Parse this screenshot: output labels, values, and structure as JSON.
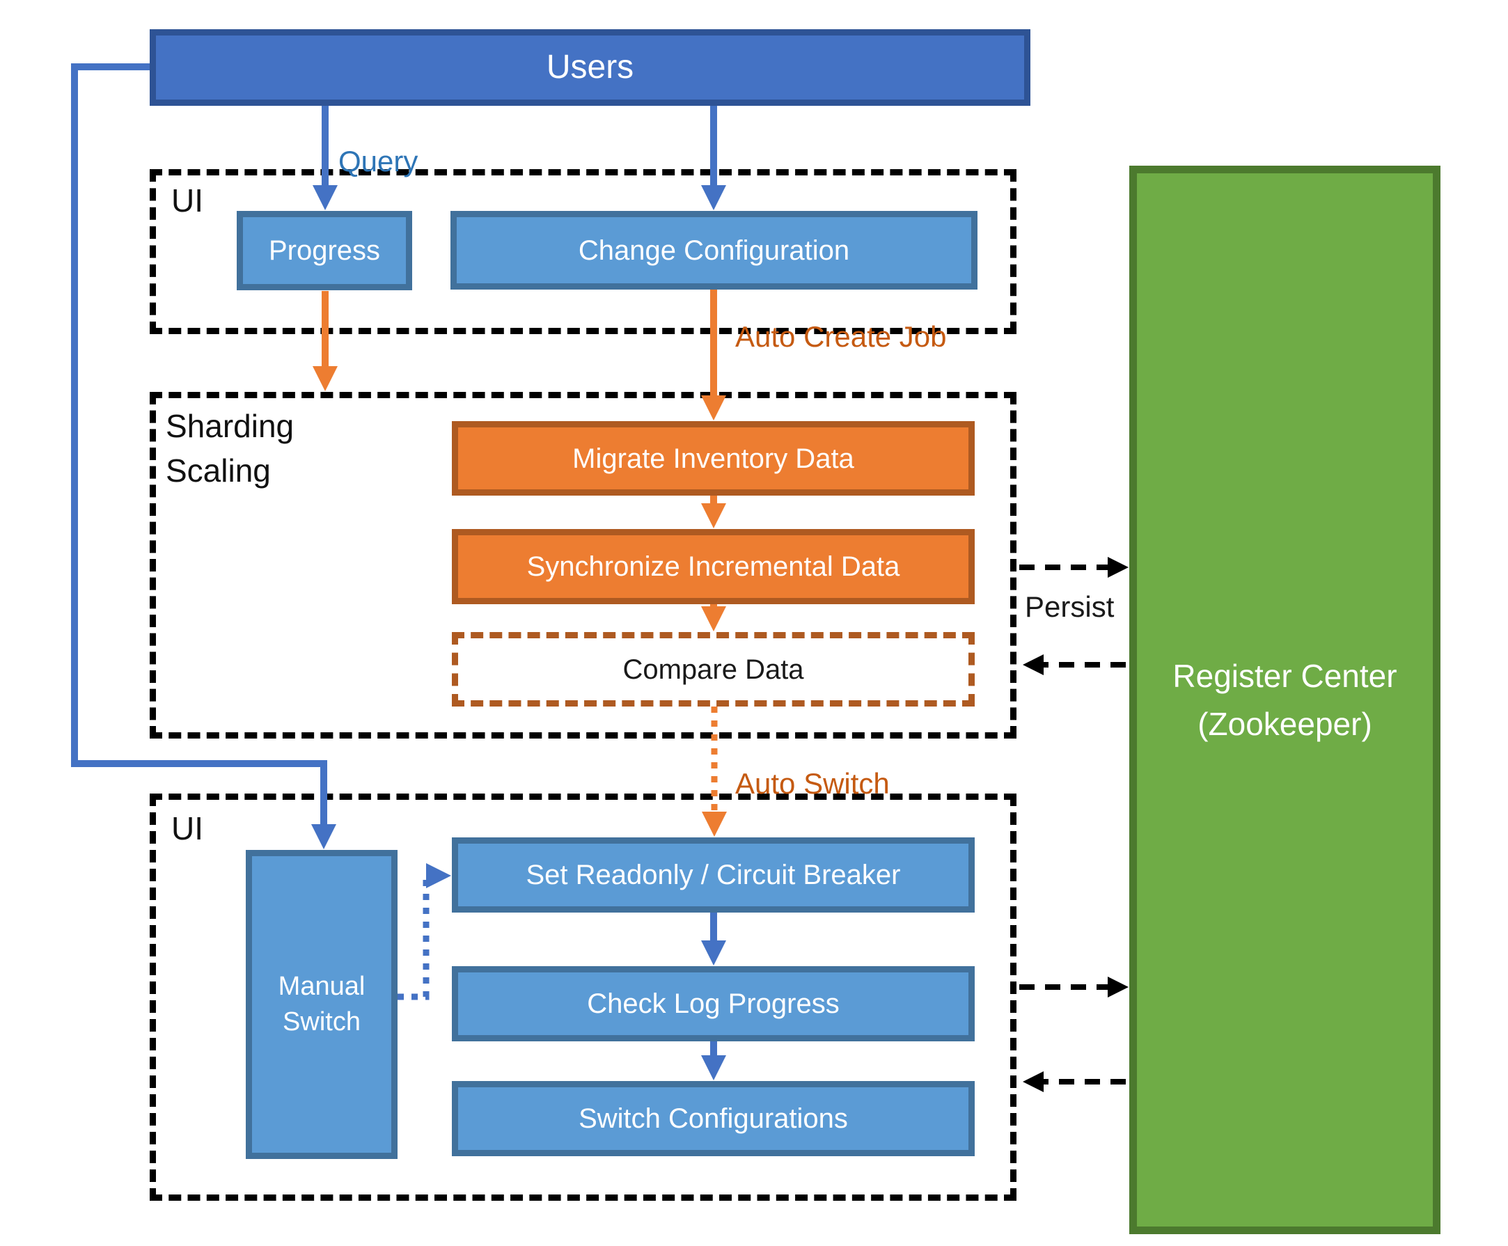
{
  "colors": {
    "blue_fill": "#4472C4",
    "blue_border": "#2E5395",
    "lightblue_fill": "#5B9BD5",
    "lightblue_border": "#41719C",
    "orange_fill": "#ED7D31",
    "orange_border": "#AE5A21",
    "orange_label": "#C55A11",
    "green_fill": "#6FAC46",
    "green_border": "#4C7A2E",
    "query_label": "#2E75B6",
    "dash_black": "#000000"
  },
  "nodes": {
    "users": "Users",
    "progress": "Progress",
    "change_configuration": "Change Configuration",
    "migrate_inventory": "Migrate Inventory Data",
    "sync_incremental": "Synchronize Incremental Data",
    "compare_data": "Compare Data",
    "manual_switch": "Manual Switch",
    "set_readonly": "Set Readonly / Circuit Breaker",
    "check_log": "Check Log Progress",
    "switch_configurations": "Switch Configurations",
    "register_center": "Register Center (Zookeeper)"
  },
  "containers": {
    "ui_top_label": "UI",
    "sharding_label": "Sharding Scaling",
    "ui_bottom_label": "UI"
  },
  "edge_labels": {
    "query": "Query",
    "auto_create_job": "Auto Create Job",
    "persist": "Persist",
    "auto_switch": "Auto Switch"
  }
}
